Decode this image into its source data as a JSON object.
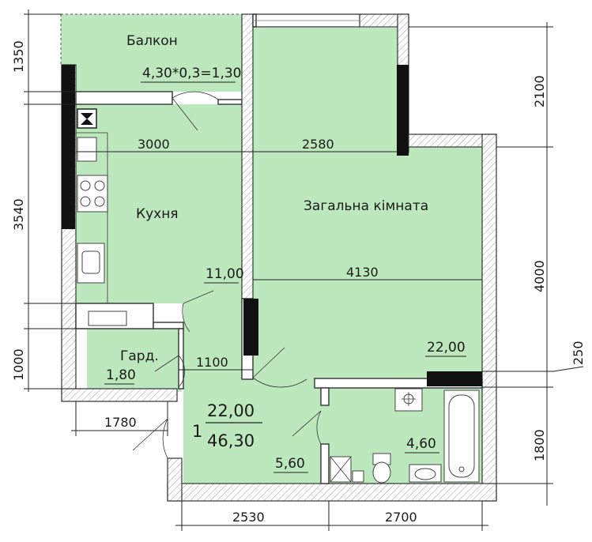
{
  "rooms": {
    "balcony": {
      "name": "Балкон",
      "area_formula": "4,30*0,3=1,30"
    },
    "kitchen": {
      "name": "Кухня",
      "area": "11,00"
    },
    "living_room": {
      "name": "Загальна кімната",
      "area": "22,00"
    },
    "wardrobe": {
      "name": "Гард.",
      "area": "1,80"
    },
    "bathroom": {
      "area": "4,60"
    },
    "hallway": {
      "area": "5,60"
    }
  },
  "summary": {
    "rooms_count": "1",
    "living_area": "22,00",
    "total_area": "46,30"
  },
  "dimensions": {
    "left": [
      "1350",
      "3540",
      "1000"
    ],
    "right": [
      "2100",
      "4000",
      "250",
      "1800"
    ],
    "bottom": [
      "1780",
      "2530",
      "2700"
    ],
    "interior": [
      "3000",
      "2580",
      "4130",
      "1100"
    ]
  },
  "colors": {
    "room_fill": "#bde8bd",
    "wall_fill": "#ffffff",
    "column_fill": "#111111"
  },
  "icons": [
    "ventilation-shaft-icon",
    "stove-icon",
    "sink-icon",
    "bathtub-icon",
    "toilet-icon",
    "washbasin-icon",
    "washing-machine-icon"
  ]
}
